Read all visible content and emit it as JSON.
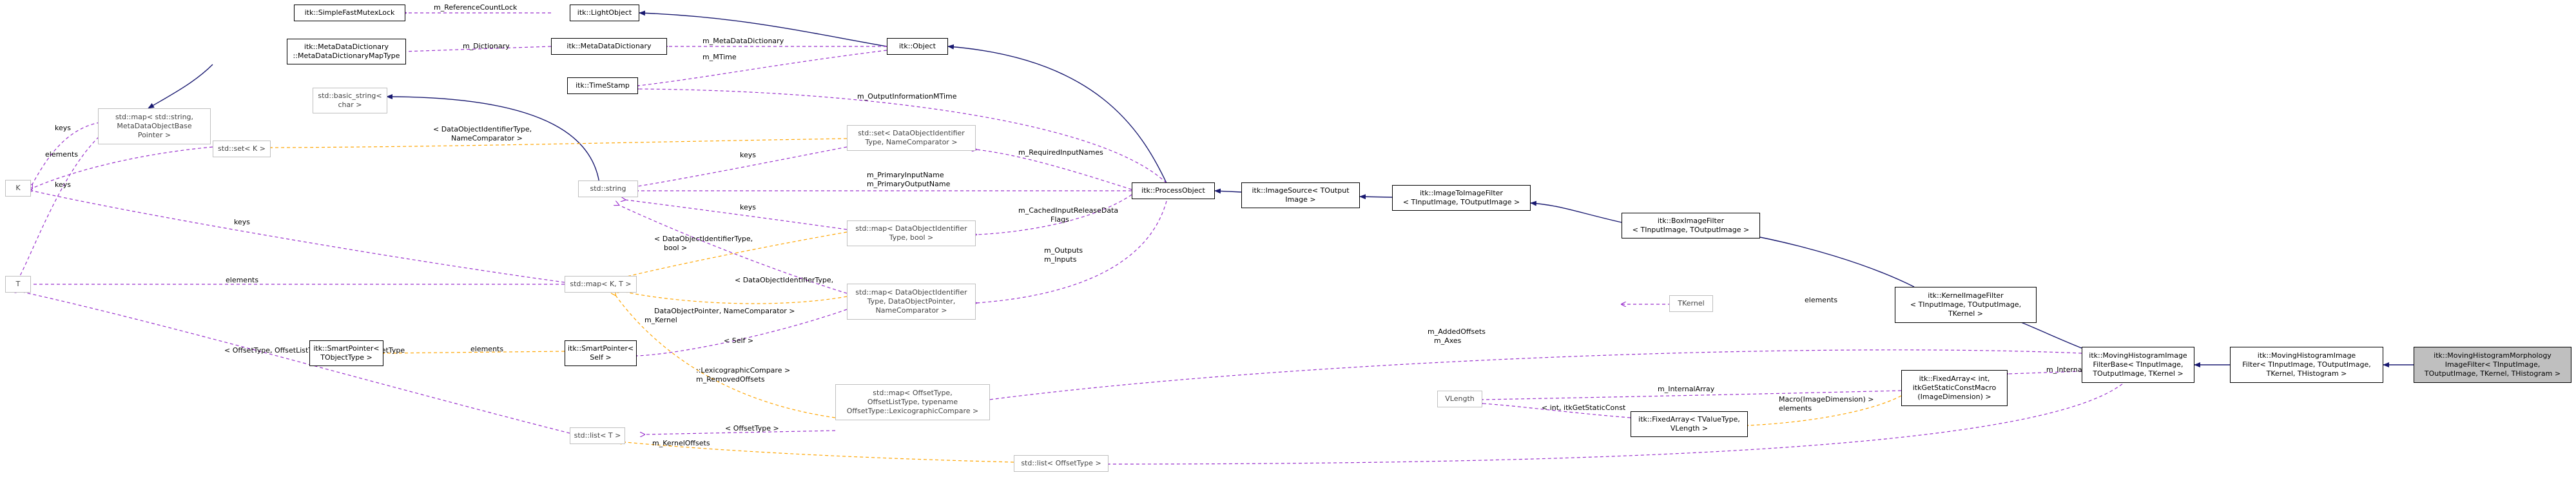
{
  "nodes": [
    {
      "id": "simplemutex",
      "lines": [
        "itk::SimpleFastMutexLock"
      ],
      "grey": false
    },
    {
      "id": "lightobject",
      "lines": [
        "itk::LightObject"
      ],
      "grey": false
    },
    {
      "id": "object",
      "lines": [
        "itk::Object"
      ],
      "grey": false
    },
    {
      "id": "metadict",
      "lines": [
        "itk::MetaDataDictionary",
        "::MetaDataDictionaryMapType"
      ],
      "grey": false
    },
    {
      "id": "metadictionary",
      "lines": [
        "itk::MetaDataDictionary"
      ],
      "grey": false
    },
    {
      "id": "timestamp",
      "lines": [
        "itk::TimeStamp"
      ],
      "grey": false
    },
    {
      "id": "basicstring",
      "lines": [
        "std::basic_string<",
        "char >"
      ],
      "grey": true
    },
    {
      "id": "mapstring",
      "lines": [
        "std::map< std::string,",
        "MetaDataObjectBase",
        "Pointer >"
      ],
      "grey": true
    },
    {
      "id": "setk",
      "lines": [
        "std::set< K >"
      ],
      "grey": true
    },
    {
      "id": "K",
      "lines": [
        "K"
      ],
      "grey": true
    },
    {
      "id": "T",
      "lines": [
        "T"
      ],
      "grey": true
    },
    {
      "id": "setdoi",
      "lines": [
        "std::set< DataObjectIdentifier",
        "Type, NameComparator >"
      ],
      "grey": true
    },
    {
      "id": "stdstring",
      "lines": [
        "std::string"
      ],
      "grey": true
    },
    {
      "id": "processobject",
      "lines": [
        "itk::ProcessObject"
      ],
      "grey": false
    },
    {
      "id": "imagesource",
      "lines": [
        "itk::ImageSource< TOutput",
        "Image >"
      ],
      "grey": false
    },
    {
      "id": "imagetoimage",
      "lines": [
        "itk::ImageToImageFilter",
        "< TInputImage, TOutputImage >"
      ],
      "grey": false
    },
    {
      "id": "boximage",
      "lines": [
        "itk::BoxImageFilter",
        "< TInputImage, TOutputImage >"
      ],
      "grey": false
    },
    {
      "id": "mapdoibool",
      "lines": [
        "std::map< DataObjectIdentifier",
        "Type, bool >"
      ],
      "grey": true
    },
    {
      "id": "mapkt",
      "lines": [
        "std::map< K, T >"
      ],
      "grey": true
    },
    {
      "id": "mapdoiptr",
      "lines": [
        "std::map< DataObjectIdentifier",
        "Type, DataObjectPointer,",
        "NameComparator >"
      ],
      "grey": true
    },
    {
      "id": "tkernel",
      "lines": [
        "TKernel"
      ],
      "grey": true
    },
    {
      "id": "kernelimage",
      "lines": [
        "itk::KernelImageFilter",
        "< TInputImage, TOutputImage,",
        "TKernel >"
      ],
      "grey": false
    },
    {
      "id": "smartptr",
      "lines": [
        "itk::SmartPointer<",
        "TObjectType >"
      ],
      "grey": false
    },
    {
      "id": "smartptrself",
      "lines": [
        "itk::SmartPointer<",
        "Self >"
      ],
      "grey": false
    },
    {
      "id": "movingbase",
      "lines": [
        "itk::MovingHistogramImage",
        "FilterBase< TInputImage,",
        "TOutputImage, TKernel >"
      ],
      "grey": false
    },
    {
      "id": "moving",
      "lines": [
        "itk::MovingHistogramImage",
        "Filter< TInputImage, TOutputImage,",
        "TKernel, THistogram >"
      ],
      "grey": false
    },
    {
      "id": "morph",
      "lines": [
        "itk::MovingHistogramMorphology",
        "ImageFilter< TInputImage,",
        "TOutputImage, TKernel, THistogram >"
      ],
      "grey": false,
      "focus": true
    },
    {
      "id": "mapoffset",
      "lines": [
        "std::map< OffsetType,",
        "OffsetListType, typename",
        "OffsetType::LexicographicCompare >"
      ],
      "grey": true
    },
    {
      "id": "vlength",
      "lines": [
        "VLength"
      ],
      "grey": true
    },
    {
      "id": "fixedarray",
      "lines": [
        "itk::FixedArray< int,",
        "itkGetStaticConstMacro",
        "(ImageDimension) >"
      ],
      "grey": false
    },
    {
      "id": "fixedarrayt",
      "lines": [
        "itk::FixedArray< TValueType,",
        "VLength >"
      ],
      "grey": false
    },
    {
      "id": "listt",
      "lines": [
        "std::list< T >"
      ],
      "grey": true
    },
    {
      "id": "listoffset",
      "lines": [
        "std::list< OffsetType >"
      ],
      "grey": true
    }
  ],
  "edge_labels": [
    {
      "id": "l1",
      "text": "m_ReferenceCountLock"
    },
    {
      "id": "l2",
      "text": "m_MetaDataDictionary"
    },
    {
      "id": "l3",
      "text": "m_Dictionary"
    },
    {
      "id": "l4",
      "text": "m_MTime"
    },
    {
      "id": "l5",
      "text": "m_OutputInformationMTime"
    },
    {
      "id": "l6",
      "text": "keys"
    },
    {
      "id": "l7",
      "text": "elements"
    },
    {
      "id": "l8",
      "text": "< DataObjectIdentifierType,"
    },
    {
      "id": "l9",
      "text": "NameComparator >"
    },
    {
      "id": "l10",
      "text": "keys"
    },
    {
      "id": "l11",
      "text": "m_RequiredInputNames"
    },
    {
      "id": "l12",
      "text": "m_PrimaryInputName"
    },
    {
      "id": "l13",
      "text": "m_PrimaryOutputName"
    },
    {
      "id": "l14",
      "text": "keys"
    },
    {
      "id": "l15",
      "text": "keys"
    },
    {
      "id": "l16",
      "text": "m_CachedInputReleaseData"
    },
    {
      "id": "l17",
      "text": "Flags"
    },
    {
      "id": "l18",
      "text": "< DataObjectIdentifierType,"
    },
    {
      "id": "l19",
      "text": "bool >"
    },
    {
      "id": "l20",
      "text": "keys"
    },
    {
      "id": "l21",
      "text": "elements"
    },
    {
      "id": "l22",
      "text": "m_Outputs"
    },
    {
      "id": "l23",
      "text": "m_Inputs"
    },
    {
      "id": "l24",
      "text": "< DataObjectIdentifierType,"
    },
    {
      "id": "l25",
      "text": "DataObjectPointer, NameComparator >"
    },
    {
      "id": "l26",
      "text": "m_Kernel"
    },
    {
      "id": "l27",
      "text": "elements"
    },
    {
      "id": "l28",
      "text": "< Self >"
    },
    {
      "id": "l29",
      "text": "elements"
    },
    {
      "id": "l30",
      "text": "< OffsetType, OffsetListType, typename OffsetType"
    },
    {
      "id": "l31",
      "text": "::LexicographicCompare >"
    },
    {
      "id": "l32",
      "text": "m_RemovedOffsets"
    },
    {
      "id": "l33",
      "text": "m_AddedOffsets"
    },
    {
      "id": "l34",
      "text": "m_Axes"
    },
    {
      "id": "l35",
      "text": "m_InternalArray"
    },
    {
      "id": "l36",
      "text": "m_InternalArray"
    },
    {
      "id": "l37",
      "text": "< int, itkGetStaticConst"
    },
    {
      "id": "l38",
      "text": "Macro(ImageDimension) >"
    },
    {
      "id": "l39",
      "text": "elements"
    },
    {
      "id": "l40",
      "text": "< OffsetType >"
    },
    {
      "id": "l41",
      "text": "m_KernelOffsets"
    }
  ],
  "colors": {
    "inheritance": "#191970",
    "usage": "#9a32cd",
    "template": "#ffa500",
    "grey_border": "#bfbfbf",
    "focus_fill": "#bfbfbf"
  }
}
